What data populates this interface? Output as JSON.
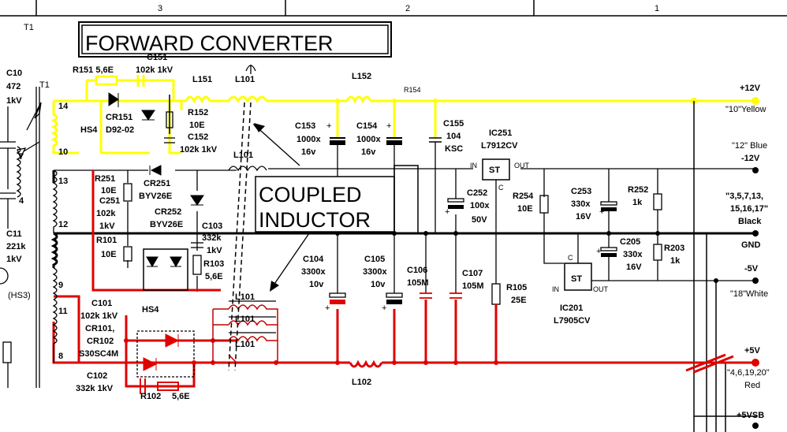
{
  "zones": [
    "3",
    "2",
    "1"
  ],
  "title_banner": "FORWARD CONVERTER",
  "coupled_inductor_line1": "COUPLED",
  "coupled_inductor_line2": "INDUCTOR",
  "transformer": "T1",
  "transformer_top": "T1",
  "pins": [
    "14",
    "10",
    "13",
    "12",
    "9",
    "11",
    "8",
    "7",
    "4"
  ],
  "left_parts": {
    "c10": "C10",
    "c10_v1": "472",
    "c10_v2": "1kV",
    "c11": "C11",
    "c11_v1": "221k",
    "c11_v2": "1kV",
    "hs3": "(HS3)"
  },
  "labels": {
    "r151": "R151 5,6E",
    "c151": "C151",
    "c151_v": "102k 1kV",
    "l151": "L151",
    "l101": "L101",
    "l152": "L152",
    "r154": "R154",
    "r152": "R152",
    "r152_v": "10E",
    "c152": "C152",
    "c152_v": "102k 1kV",
    "hs4": "HS4",
    "cr151": "CR151",
    "cr151_v": "D92-02",
    "c153": "C153",
    "c153_v1": "1000x",
    "c153_v2": "16v",
    "c154": "C154",
    "c154_v1": "1000x",
    "c154_v2": "16v",
    "c155": "C155",
    "c155_v1": "104",
    "c155_v2": "KSC",
    "ic251": "IC251",
    "ic251_v": "L7912CV",
    "in": "IN",
    "out": "OUT",
    "c": "C",
    "st": "ST",
    "r251": "R251",
    "r251_v": "10E",
    "c251": "C251",
    "c251_v1": "102k",
    "c251_v2": "1kV",
    "cr251": "CR251",
    "cr251_v": "BYV26E",
    "cr252": "CR252",
    "cr252_v": "BYV26E",
    "l101b": "L101",
    "c103": "C103",
    "c103_v1": "332k",
    "c103_v2": "1kV",
    "r103": "R103",
    "r103_v": "5,6E",
    "r101": "R101",
    "r101_v": "10E",
    "c252": "C252",
    "c252_v1": "100x",
    "c252_v2": "50V",
    "r254": "R254",
    "r254_v": "10E",
    "c253": "C253",
    "c253_v1": "330x",
    "c253_v2": "16V",
    "r252": "R252",
    "r252_v": "1k",
    "c205": "C205",
    "c205_v1": "330x",
    "c205_v2": "16V",
    "r203": "R203",
    "r203_v": "1k",
    "c104": "C104",
    "c104_v1": "3300x",
    "c104_v2": "10v",
    "c105": "C105",
    "c105_v1": "3300x",
    "c105_v2": "10v",
    "c106": "C106",
    "c106_v": "105M",
    "c107": "C107",
    "c107_v": "105M",
    "r105": "R105",
    "r105_v": "25E",
    "ic201": "IC201",
    "ic201_v": "L7905CV",
    "c101": "C101",
    "c101_v": "102k 1kV",
    "hs4b": "HS4",
    "cr101": "CR101,",
    "cr102": "CR102",
    "cr_v": "S30SC4M",
    "l101c": "L101",
    "l101d": "L101",
    "l101e": "L101",
    "l102": "L102",
    "c102": "C102",
    "c102_v": "332k 1kV",
    "r102": "R102",
    "r102_v": "5,6E"
  },
  "outputs": {
    "p12": "+12V",
    "p12_wire": "\"10\"Yellow",
    "m12_wire": "\"12\" Blue",
    "m12": "-12V",
    "gnd_wires1": "\"3,5,7,13,",
    "gnd_wires2": "15,16,17\"",
    "gnd_color": "Black",
    "gnd": "GND",
    "m5": "-5V",
    "m5_wire": "\"18\"White",
    "p5": "+5V",
    "p5_wire": "\"4,6,19,20\"",
    "p5_color": "Red",
    "p5sb": "+5VSB"
  },
  "colors": {
    "rail_12v": "#ffff00",
    "rail_5v": "#e00000",
    "rail_gnd": "#000000"
  }
}
